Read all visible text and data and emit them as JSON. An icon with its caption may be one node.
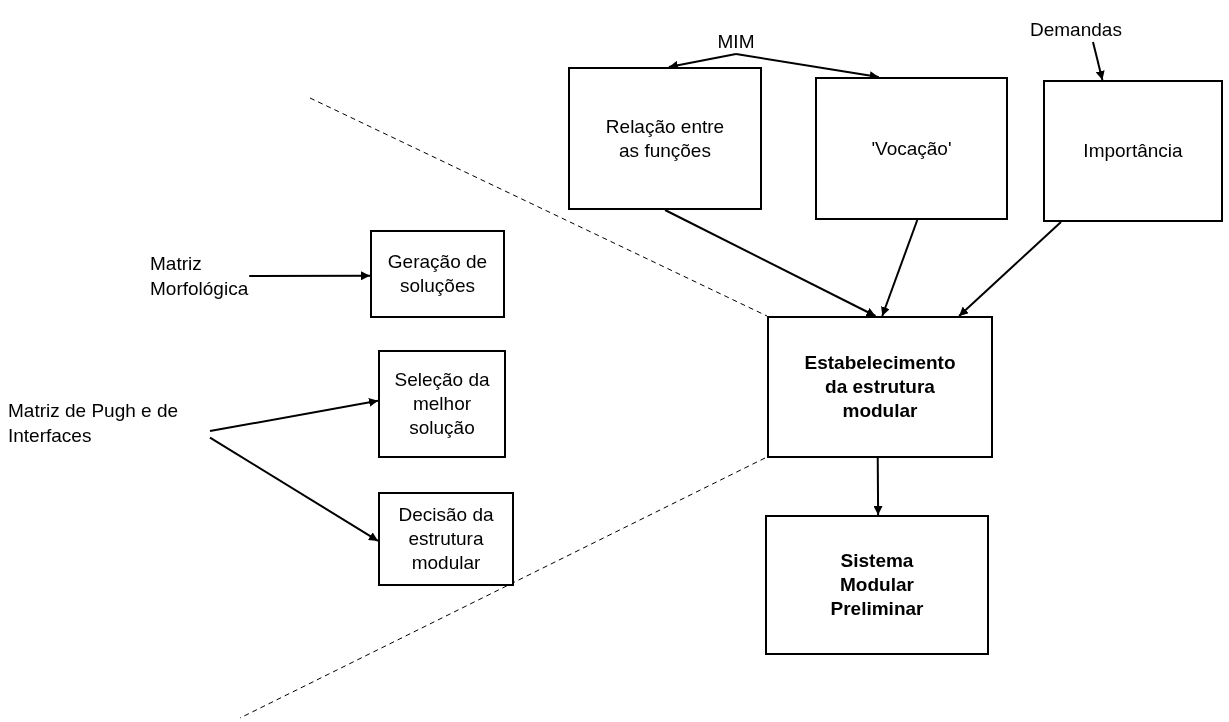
{
  "diagram": {
    "nodes": [
      {
        "text": [
          "MIM"
        ]
      },
      {
        "text": [
          "Demandas"
        ]
      },
      {
        "text": [
          "Relação entre as funções"
        ]
      },
      {
        "text": [
          "'Vocação'"
        ]
      },
      {
        "text": [
          "Importância"
        ]
      },
      {
        "text": [
          "Matriz Morfológica"
        ]
      },
      {
        "text": [
          "Geração de soluções"
        ]
      },
      {
        "text": [
          "Matriz de Pugh e de Interfaces"
        ]
      },
      {
        "text": [
          "Seleção da melhor solução"
        ]
      },
      {
        "text": [
          "Decisão da estrutura modular"
        ]
      },
      {
        "text": [
          "Estabelecimento da estrutura modular"
        ]
      },
      {
        "text": [
          "Sistema Modular Preliminar"
        ]
      }
    ],
    "edges": [
      {
        "from": 0,
        "to": 2,
        "arrow": "to"
      },
      {
        "from": 0,
        "to": 3,
        "arrow": "to"
      },
      {
        "from": 1,
        "to": 4,
        "arrow": "to"
      },
      {
        "from": 2,
        "to": 10,
        "arrow": "to"
      },
      {
        "from": 3,
        "to": 10,
        "arrow": "to"
      },
      {
        "from": 4,
        "to": 10,
        "arrow": "to"
      },
      {
        "from": 5,
        "to": 6,
        "arrow": "to"
      },
      {
        "from": 7,
        "to": 8,
        "arrow": "to"
      },
      {
        "from": 7,
        "to": 9,
        "arrow": "to"
      },
      {
        "from": 10,
        "to": 11,
        "arrow": "to"
      }
    ]
  }
}
